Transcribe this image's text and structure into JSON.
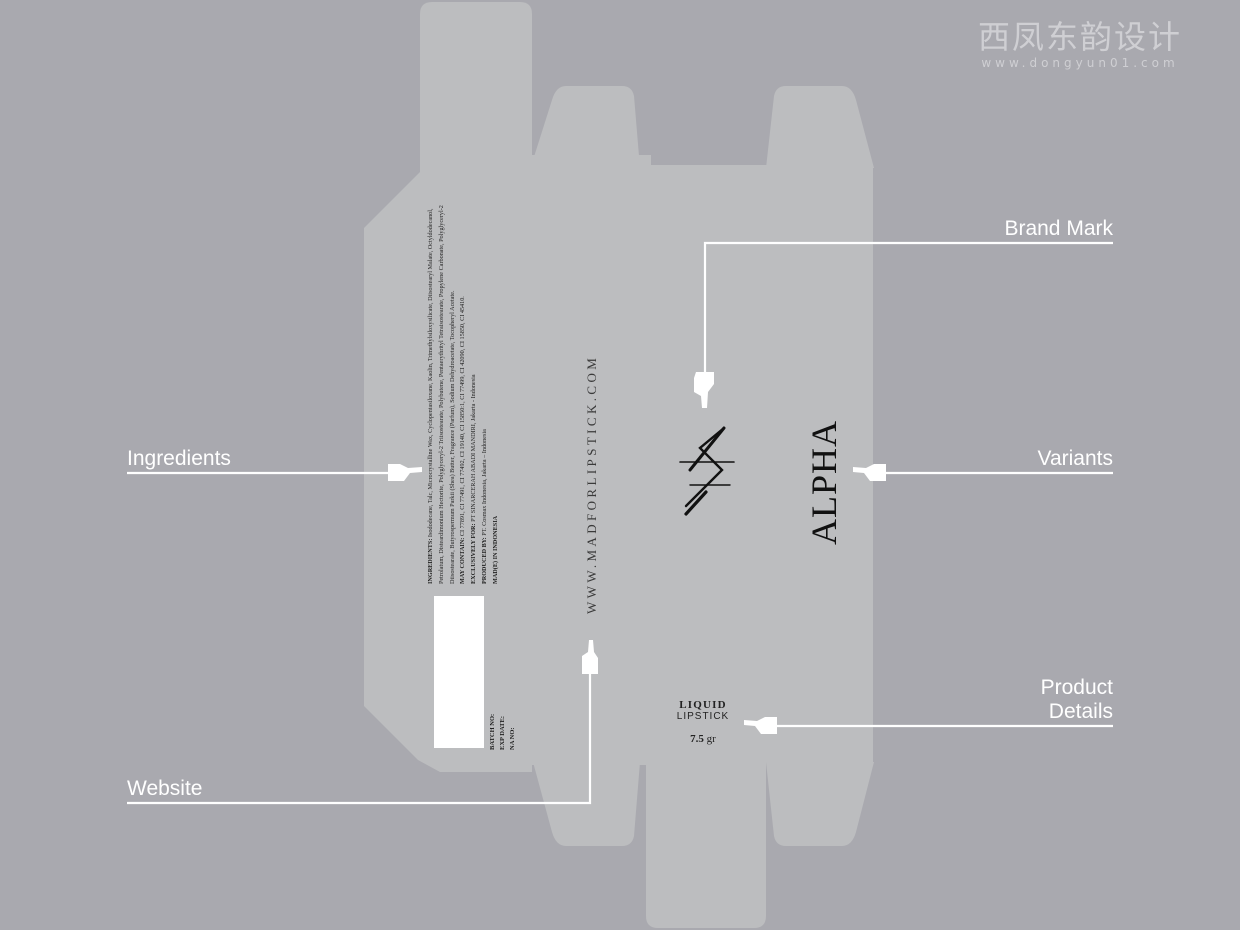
{
  "callouts": {
    "brand_mark": "Brand Mark",
    "ingredients": "Ingredients",
    "variants": "Variants",
    "product_details": "Product\nDetails",
    "website": "Website"
  },
  "box": {
    "website": "WWW.MADFORLIPSTICK.COM",
    "variant_name": "ALPHA",
    "product_line1": "LIQUID",
    "product_line2": "LIPSTICK",
    "weight_value": "7.5",
    "weight_unit": "gr",
    "ingredients_label": "INGREDIENTS:",
    "ingredients_text": "Isododecane, Talc, Microcrystalline Wax, Cyclopentasiloxane, Kaolin, Trimethylsiloxysilicate, Diisostearyl Malate, Octyldodecanol, Petrolatum, Disteardimonium Hectorite, Polyglyceryl-2 Triisostearate, Polybutene, Pentaerythrityl Tetraisostearate, Propylene Carbonate, Polyglyceryl-2 Diisostearate, Butyrospermum Parkii (Shea) Butter, Fragrance (Parfum), Sodium Dehydroacetate, Tocopheryl Acetate.",
    "may_contain_label": "MAY CONTAIN:",
    "may_contain_text": "CI 77891, CI 77491, CI 77492, CI 19140, CI 15850:1, CI 77499, CI 42090, CI 15850, CI 45410.",
    "exclusive_label": "EXCLUSIVELY FOR:",
    "exclusive_text": "PT SINARCERAH ABADI MANDIRI, Jakarta - Indonesia",
    "produced_label": "PRODUCED BY:",
    "produced_text": "PT. Cosmax Indonesia, Jakarta – Indonesia",
    "made_in": "MAD(E) IN INDONESIA",
    "batch_no": "BATCH NO:",
    "exp_date": "EXP DATE:",
    "na_no": "NA NO:"
  },
  "watermark": {
    "chinese": "西凤东韵设计",
    "url": "www.dongyun01.com"
  },
  "colors": {
    "background": "#a9a9af",
    "box_fill": "#bcbdbf",
    "callout": "#ffffff",
    "print": "#222222"
  },
  "icons": {
    "pointer": "pointing-hand-icon"
  }
}
